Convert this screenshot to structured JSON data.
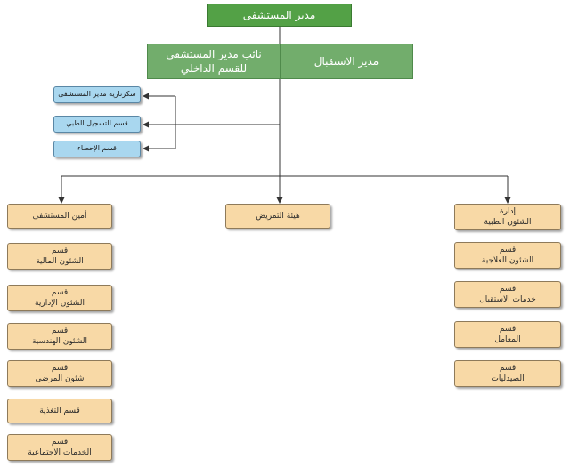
{
  "director": "مدير المستشفى",
  "deputy": "نائب مدير المستشفى\nللقسم الداخلي",
  "reception": "مدير الاستقبال",
  "staff_units": [
    "سكرتارية مدير المستشفى",
    "قسم التسجيل الطبي",
    "قسم الإحصاء"
  ],
  "nursing": "هيئة التمريض",
  "secretary_general": "أمين المستشفى",
  "left_column": [
    "قسم\nالشئون المالية",
    "قسم\nالشئون الإدارية",
    "قسم\nالشئون الهندسية",
    "قسم\nشئون المرضى",
    "قسم التغذية",
    "قسم\nالخدمات الاجتماعية"
  ],
  "medical_affairs": "إدارة\nالشئون الطبية",
  "right_column": [
    "قسم\nالشئون العلاجية",
    "قسم\nخدمات الاستقبال",
    "قسم\nالمعامل",
    "قسم\nالصيدليات"
  ]
}
